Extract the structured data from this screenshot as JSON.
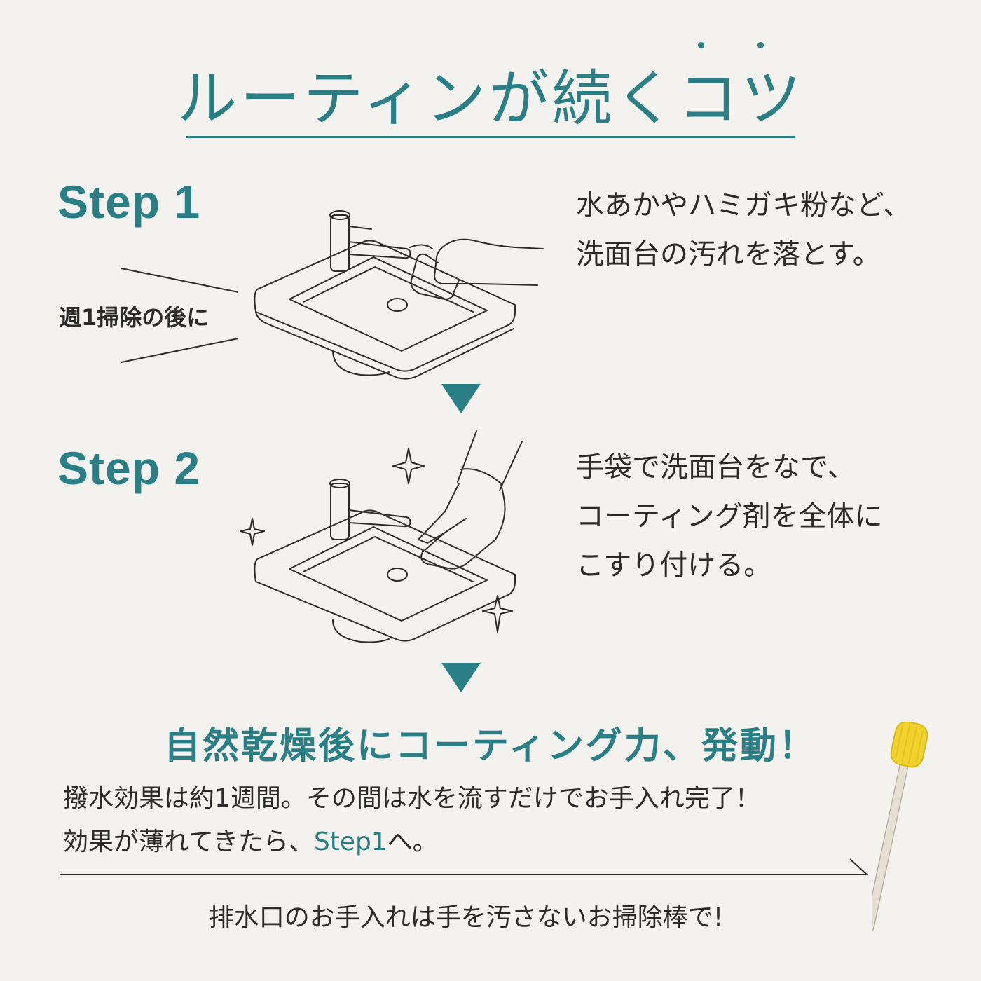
{
  "title": "ルーティンが続くコツ",
  "step1": {
    "label": "Step 1",
    "note": "週1掃除の後に",
    "desc_lines": [
      "水あかやハミガキ粉など、",
      "洗面台の汚れを落とす。"
    ]
  },
  "step2": {
    "label": "Step 2",
    "desc_lines": [
      "手袋で洗面台をなで、",
      "コーティング剤を全体に",
      "こすり付ける。"
    ]
  },
  "headline": "自然乾燥後にコーティング力、発動！",
  "body": {
    "line1": "撥水効果は約1週間。その間は水を流すだけでお手入れ完了！",
    "line2_prefix": "効果が薄れてきたら、",
    "line2_link": "Step1",
    "line2_suffix": "へ。"
  },
  "footer": "排水口のお手入れは手を汚さないお掃除棒で!",
  "colors": {
    "accent": "#2a7f86",
    "background": "#f4f2ee",
    "text": "#2b2b2b",
    "sponge": "#f2d22e"
  },
  "icons": [
    "sink-illustration",
    "sponge-hand-illustration",
    "gloved-hand-illustration",
    "sparkle-icon",
    "down-arrow-icon",
    "cleaning-stick-illustration"
  ]
}
